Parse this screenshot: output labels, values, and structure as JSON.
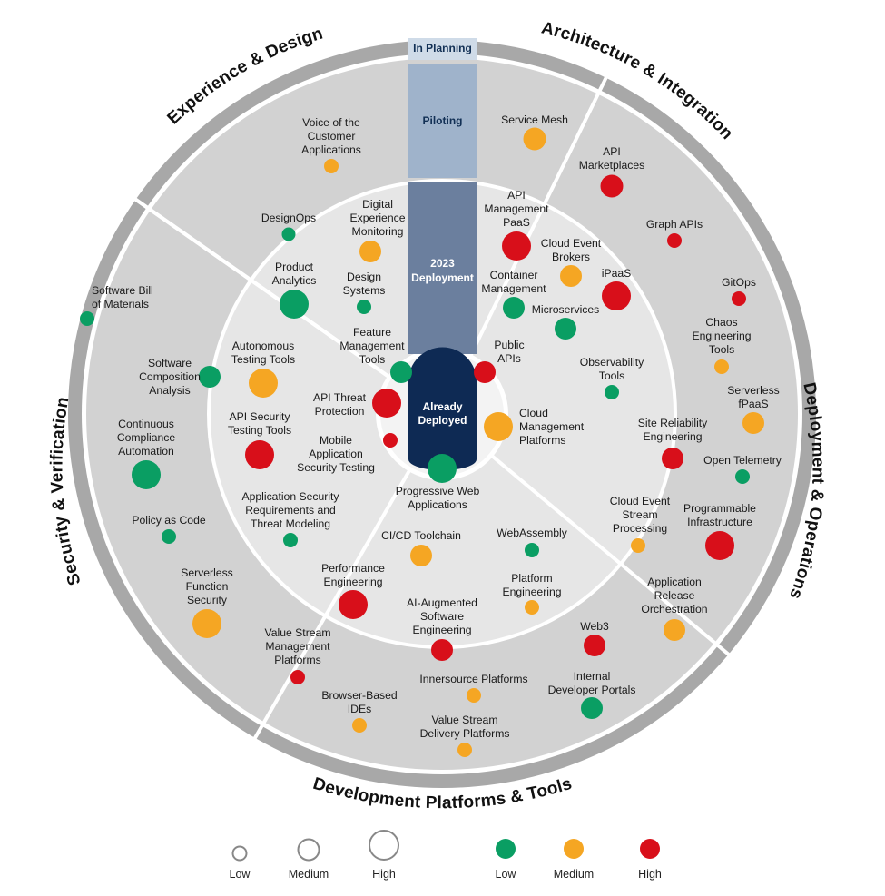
{
  "segments": {
    "experience": "Experience & Design",
    "architecture": "Architecture & Integration",
    "deployment": "Deployment & Operations",
    "development": "Development Platforms & Tools",
    "security": "Security & Verification"
  },
  "rings": {
    "planning": "In Planning",
    "piloting": "Piloting",
    "deployment_2023": [
      "2023",
      "Deployment"
    ],
    "deployed": [
      "Already",
      "Deployed"
    ]
  },
  "legend": {
    "mass": [
      "Low",
      "Medium",
      "High"
    ],
    "risk": [
      "Low",
      "Medium",
      "High"
    ]
  },
  "colors": {
    "low": "#0a9e63",
    "medium": "#f5a623",
    "high": "#d80f1a",
    "center": "#0e2a54",
    "deployment_band": "#6b7f9e",
    "piloting_band": "#9fb3cb",
    "planning_band": "#cfdbe8"
  },
  "technologies": [
    {
      "id": "voice-of-the-customer-applications",
      "lines": [
        "Voice of the",
        "Customer",
        "Applications"
      ],
      "risk": "medium"
    },
    {
      "id": "designops",
      "lines": [
        "DesignOps"
      ],
      "risk": "low"
    },
    {
      "id": "digital-experience-monitoring",
      "lines": [
        "Digital",
        "Experience",
        "Monitoring"
      ],
      "risk": "medium"
    },
    {
      "id": "product-analytics",
      "lines": [
        "Product",
        "Analytics"
      ],
      "risk": "low"
    },
    {
      "id": "design-systems",
      "lines": [
        "Design",
        "Systems"
      ],
      "risk": "low"
    },
    {
      "id": "feature-management-tools",
      "lines": [
        "Feature",
        "Management",
        "Tools"
      ],
      "risk": "low"
    },
    {
      "id": "service-mesh",
      "lines": [
        "Service Mesh"
      ],
      "risk": "medium"
    },
    {
      "id": "api-marketplaces",
      "lines": [
        "API",
        "Marketplaces"
      ],
      "risk": "high"
    },
    {
      "id": "graph-apis",
      "lines": [
        "Graph APIs"
      ],
      "risk": "high"
    },
    {
      "id": "api-management-paas",
      "lines": [
        "API",
        "Management",
        "PaaS"
      ],
      "risk": "high"
    },
    {
      "id": "cloud-event-brokers",
      "lines": [
        "Cloud Event",
        "Brokers"
      ],
      "risk": "medium"
    },
    {
      "id": "container-management",
      "lines": [
        "Container",
        "Management"
      ],
      "risk": "low"
    },
    {
      "id": "ipaas",
      "lines": [
        "iPaaS"
      ],
      "risk": "high"
    },
    {
      "id": "microservices",
      "lines": [
        "Microservices"
      ],
      "risk": "low"
    },
    {
      "id": "public-apis",
      "lines": [
        "Public",
        "APIs"
      ],
      "risk": "high"
    },
    {
      "id": "gitops",
      "lines": [
        "GitOps"
      ],
      "risk": "high"
    },
    {
      "id": "chaos-engineering-tools",
      "lines": [
        "Chaos",
        "Engineering",
        "Tools"
      ],
      "risk": "medium"
    },
    {
      "id": "serverless-fpaas",
      "lines": [
        "Serverless",
        "fPaaS"
      ],
      "risk": "medium"
    },
    {
      "id": "observability-tools",
      "lines": [
        "Observability",
        "Tools"
      ],
      "risk": "low"
    },
    {
      "id": "site-reliability-engineering",
      "lines": [
        "Site Reliability",
        "Engineering"
      ],
      "risk": "high"
    },
    {
      "id": "open-telemetry",
      "lines": [
        "Open Telemetry"
      ],
      "risk": "low"
    },
    {
      "id": "cloud-management-platforms",
      "lines": [
        "Cloud",
        "Management",
        "Platforms"
      ],
      "risk": "medium"
    },
    {
      "id": "cloud-event-stream-processing",
      "lines": [
        "Cloud Event",
        "Stream",
        "Processing"
      ],
      "risk": "medium"
    },
    {
      "id": "programmable-infrastructure",
      "lines": [
        "Programmable",
        "Infrastructure"
      ],
      "risk": "high"
    },
    {
      "id": "application-release-orchestration",
      "lines": [
        "Application",
        "Release",
        "Orchestration"
      ],
      "risk": "medium"
    },
    {
      "id": "progressive-web-applications",
      "lines": [
        "Progressive Web",
        "Applications"
      ],
      "risk": "low"
    },
    {
      "id": "ci-cd-toolchain",
      "lines": [
        "CI/CD Toolchain"
      ],
      "risk": "medium"
    },
    {
      "id": "webassembly",
      "lines": [
        "WebAssembly"
      ],
      "risk": "low"
    },
    {
      "id": "performance-engineering",
      "lines": [
        "Performance",
        "Engineering"
      ],
      "risk": "high"
    },
    {
      "id": "platform-engineering",
      "lines": [
        "Platform",
        "Engineering"
      ],
      "risk": "medium"
    },
    {
      "id": "ai-augmented-software-engineering",
      "lines": [
        "AI-Augmented",
        "Software",
        "Engineering"
      ],
      "risk": "high"
    },
    {
      "id": "web3",
      "lines": [
        "Web3"
      ],
      "risk": "high"
    },
    {
      "id": "value-stream-management-platforms",
      "lines": [
        "Value Stream",
        "Management",
        "Platforms"
      ],
      "risk": "high"
    },
    {
      "id": "innersource-platforms",
      "lines": [
        "Innersource Platforms"
      ],
      "risk": "medium"
    },
    {
      "id": "internal-developer-portals",
      "lines": [
        "Internal",
        "Developer Portals"
      ],
      "risk": "low"
    },
    {
      "id": "browser-based-ides",
      "lines": [
        "Browser-Based",
        "IDEs"
      ],
      "risk": "medium"
    },
    {
      "id": "value-stream-delivery-platforms",
      "lines": [
        "Value Stream",
        "Delivery Platforms"
      ],
      "risk": "medium"
    },
    {
      "id": "software-bill-of-materials",
      "lines": [
        "Software Bill",
        "of Materials"
      ],
      "risk": "low"
    },
    {
      "id": "software-composition-analysis",
      "lines": [
        "Software",
        "Composition",
        "Analysis"
      ],
      "risk": "low"
    },
    {
      "id": "autonomous-testing-tools",
      "lines": [
        "Autonomous",
        "Testing Tools"
      ],
      "risk": "medium"
    },
    {
      "id": "api-threat-protection",
      "lines": [
        "API Threat",
        "Protection"
      ],
      "risk": "high"
    },
    {
      "id": "continuous-compliance-automation",
      "lines": [
        "Continuous",
        "Compliance",
        "Automation"
      ],
      "risk": "low"
    },
    {
      "id": "api-security-testing-tools",
      "lines": [
        "API Security",
        "Testing Tools"
      ],
      "risk": "high"
    },
    {
      "id": "mobile-application-security-testing",
      "lines": [
        "Mobile",
        "Application",
        "Security Testing"
      ],
      "risk": "high"
    },
    {
      "id": "application-security-requirements-and-threat-modeling",
      "lines": [
        "Application Security",
        "Requirements and",
        "Threat Modeling"
      ],
      "risk": "low"
    },
    {
      "id": "policy-as-code",
      "lines": [
        "Policy as Code"
      ],
      "risk": "low"
    },
    {
      "id": "serverless-function-security",
      "lines": [
        "Serverless",
        "Function",
        "Security"
      ],
      "risk": "medium"
    }
  ]
}
